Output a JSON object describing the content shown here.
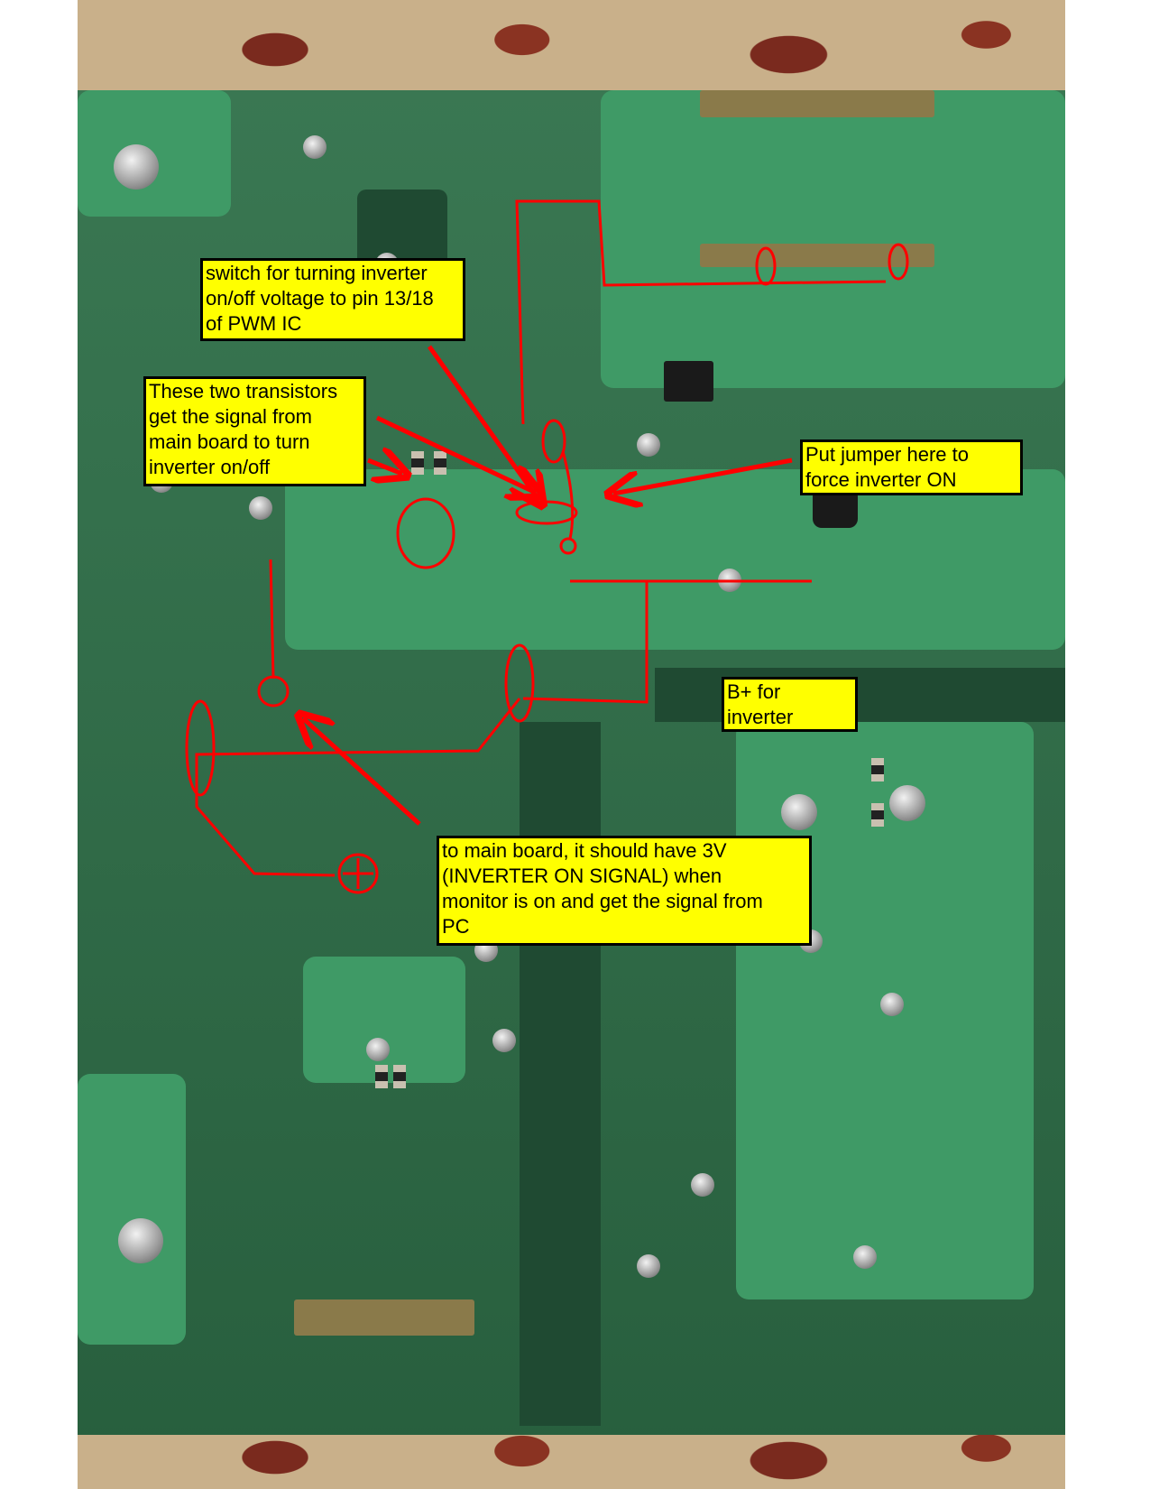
{
  "annotations": {
    "pwm_switch": "switch for turning inverter\non/off voltage to pin 13/18\nof PWM IC",
    "transistors": "These two transistors\nget the signal from\nmain board to turn\ninverter on/off",
    "jumper": "Put jumper here to\nforce inverter ON",
    "b_plus": "B+ for\ninverter",
    "main_board": "to main board, it should have 3V\n(INVERTER ON SIGNAL) when\nmonitor is on and get the signal from\nPC"
  },
  "colors": {
    "annotation_fill": "#ffff00",
    "markup_red": "#ff0000",
    "pcb_green": "#2f7049"
  }
}
